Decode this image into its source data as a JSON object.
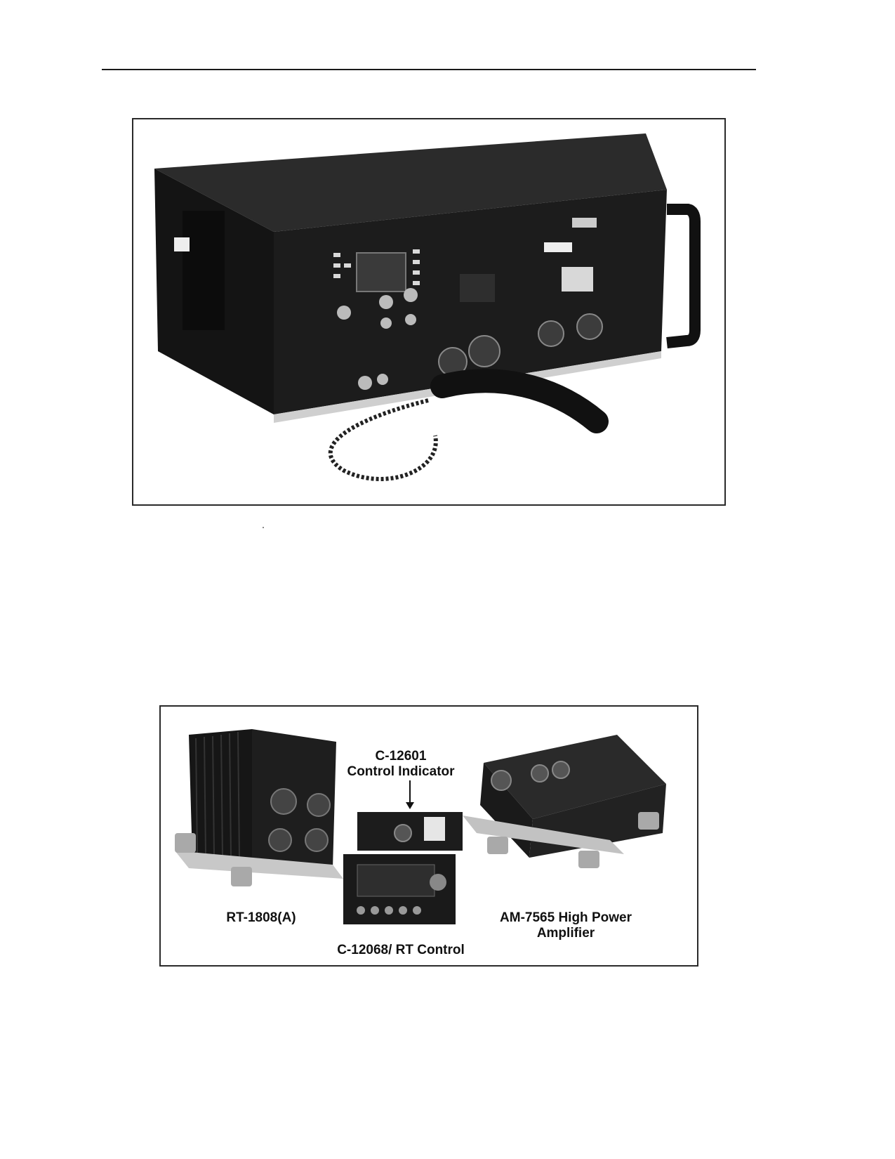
{
  "figure2": {
    "labels": {
      "c12601_line1": "C-12601",
      "c12601_line2": "Control Indicator",
      "rt1808": "RT-1808(A)",
      "am7565_line1": "AM-7565 High Power",
      "am7565_line2": "Amplifier",
      "c12068": "C-12068/ RT Control"
    }
  }
}
